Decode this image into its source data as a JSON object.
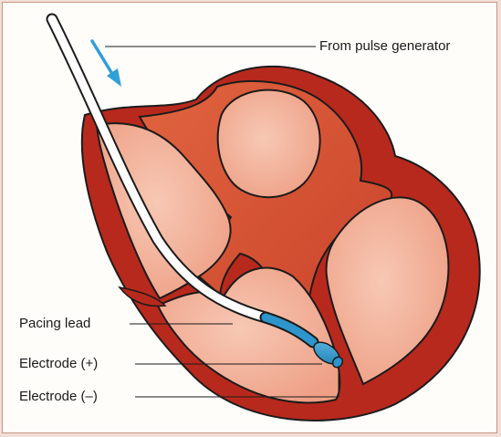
{
  "diagram": {
    "labels": {
      "from_pulse_generator": "From pulse generator",
      "pacing_lead": "Pacing lead",
      "electrode_positive": "Electrode (+)",
      "electrode_negative": "Electrode (–)"
    },
    "colors": {
      "background_border": "#f1ded6",
      "panel_background": "#fffdfa",
      "myocardium": "#b8291d",
      "septum": "#d8553a",
      "chamber_interior": "#f2b6a0",
      "lead_body": "#ffffff",
      "electrode_tip": "#2d95cc",
      "flow_arrow": "#2f9fd8",
      "outline": "#1b1b1b"
    },
    "icons": {
      "flow_arrow": "arrow-down-right-icon"
    }
  }
}
